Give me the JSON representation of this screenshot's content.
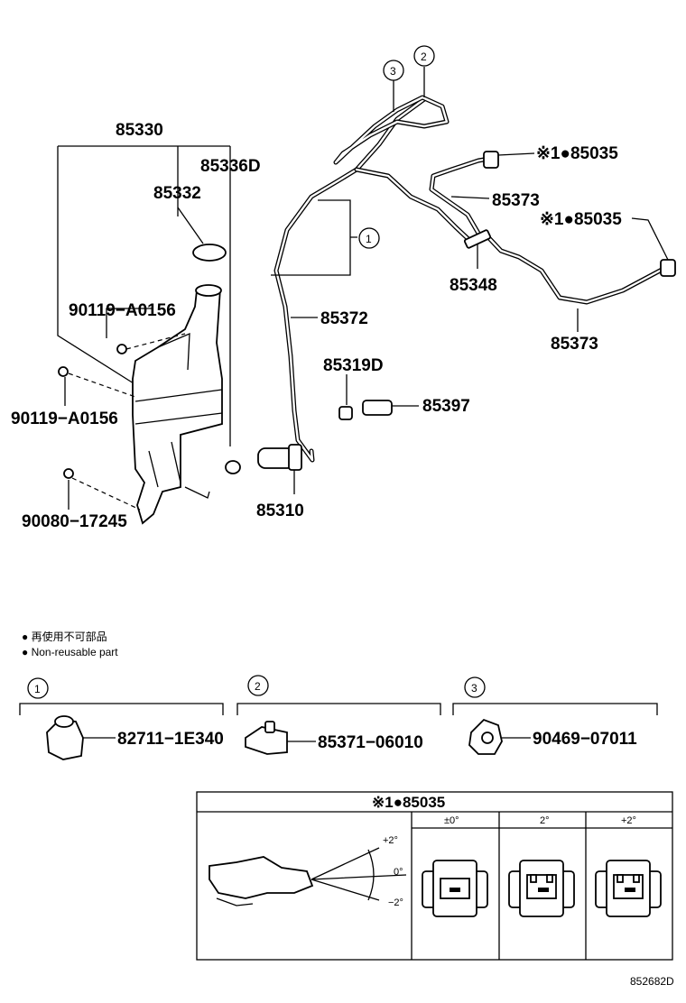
{
  "parts": {
    "p85330": "85330",
    "p85336D": "85336D",
    "p85332": "85332",
    "p90119_a": "90119−A0156",
    "p90119_b": "90119−A0156",
    "p90080": "90080−17245",
    "p85372": "85372",
    "p85319D": "85319D",
    "p85397": "85397",
    "p85310": "85310",
    "p85348": "85348",
    "p85373_a": "85373",
    "p85373_b": "85373",
    "p85035_a": "※1●85035",
    "p85035_b": "※1●85035"
  },
  "callouts": {
    "c1": "1",
    "c2": "2",
    "c3": "3"
  },
  "legend": {
    "jp": "● 再使用不可部品",
    "en": "● Non-reusable part"
  },
  "detail_parts": {
    "d1": "82711−1E340",
    "d2": "85371−06010",
    "d3": "90469−07011"
  },
  "nozzle_table": {
    "header": "※1●85035",
    "angle_plus": "+2°",
    "angle_zero": "0°",
    "angle_minus": "−2°",
    "col1": "±0°",
    "col2": "2°",
    "col3": "+2°"
  },
  "figure_id": "852682D"
}
